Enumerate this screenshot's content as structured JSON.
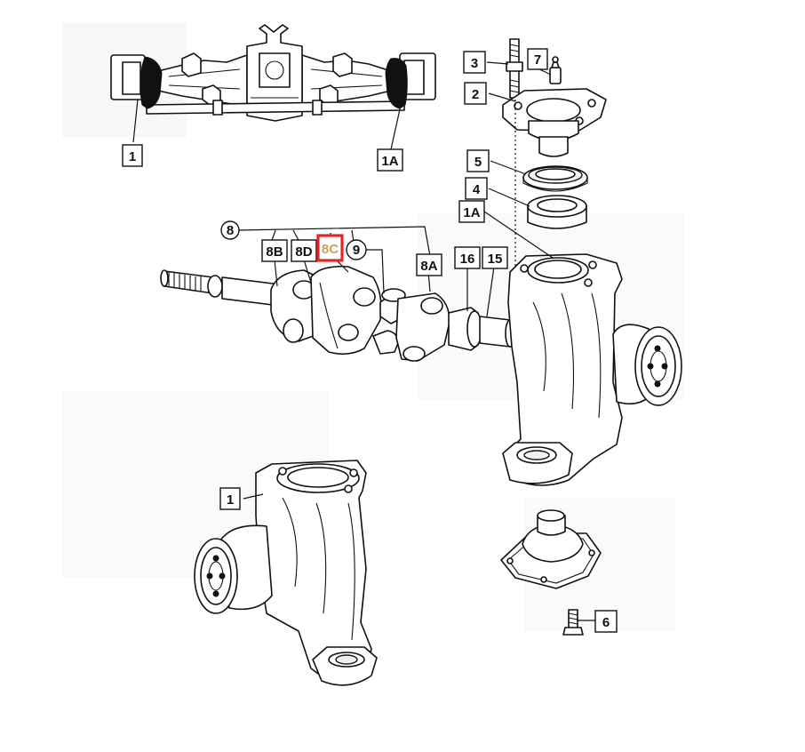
{
  "accent_color": "#e8242a",
  "highlight_text_color": "#c9a15a",
  "callouts": {
    "c1_top": "1",
    "c1a_top": "1A",
    "c3": "3",
    "c7": "7",
    "c2": "2",
    "c5": "5",
    "c4": "4",
    "c1a_mid": "1A",
    "c8": "8",
    "c8b": "8B",
    "c8d": "8D",
    "c8c": "8C",
    "c9": "9",
    "c8a": "8A",
    "c16": "16",
    "c15": "15",
    "c1_bottom": "1",
    "c6": "6"
  },
  "highlighted_callout": "8C"
}
